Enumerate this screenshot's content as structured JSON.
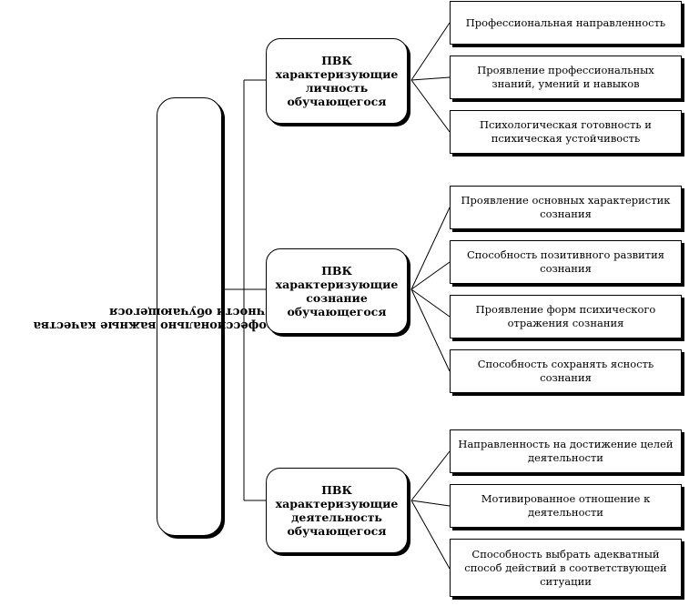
{
  "root": {
    "lines": [
      "Основные профессионально важные качества",
      "личности обучающегося"
    ]
  },
  "groups": [
    {
      "title": "ПВК характеризующие личность обучающегося",
      "items": [
        "Профессиональная направленность",
        "Проявление профессиональных знаний, умений и навыков",
        "Психологическая готовность и психическая устойчивость"
      ]
    },
    {
      "title": "ПВК характеризующие сознание обучающегося",
      "items": [
        "Проявление основных характеристик сознания",
        "Способность позитивного развития сознания",
        "Проявление форм психического отражения сознания",
        "Способность сохранять ясность сознания"
      ]
    },
    {
      "title": "ПВК характеризующие деятельность обучающегося",
      "items": [
        "Направленность на достижение целей деятельности",
        "Мотивированное отношение к деятельности",
        "Способность выбрать адекватный способ действий в соответствующей ситуации"
      ]
    }
  ]
}
